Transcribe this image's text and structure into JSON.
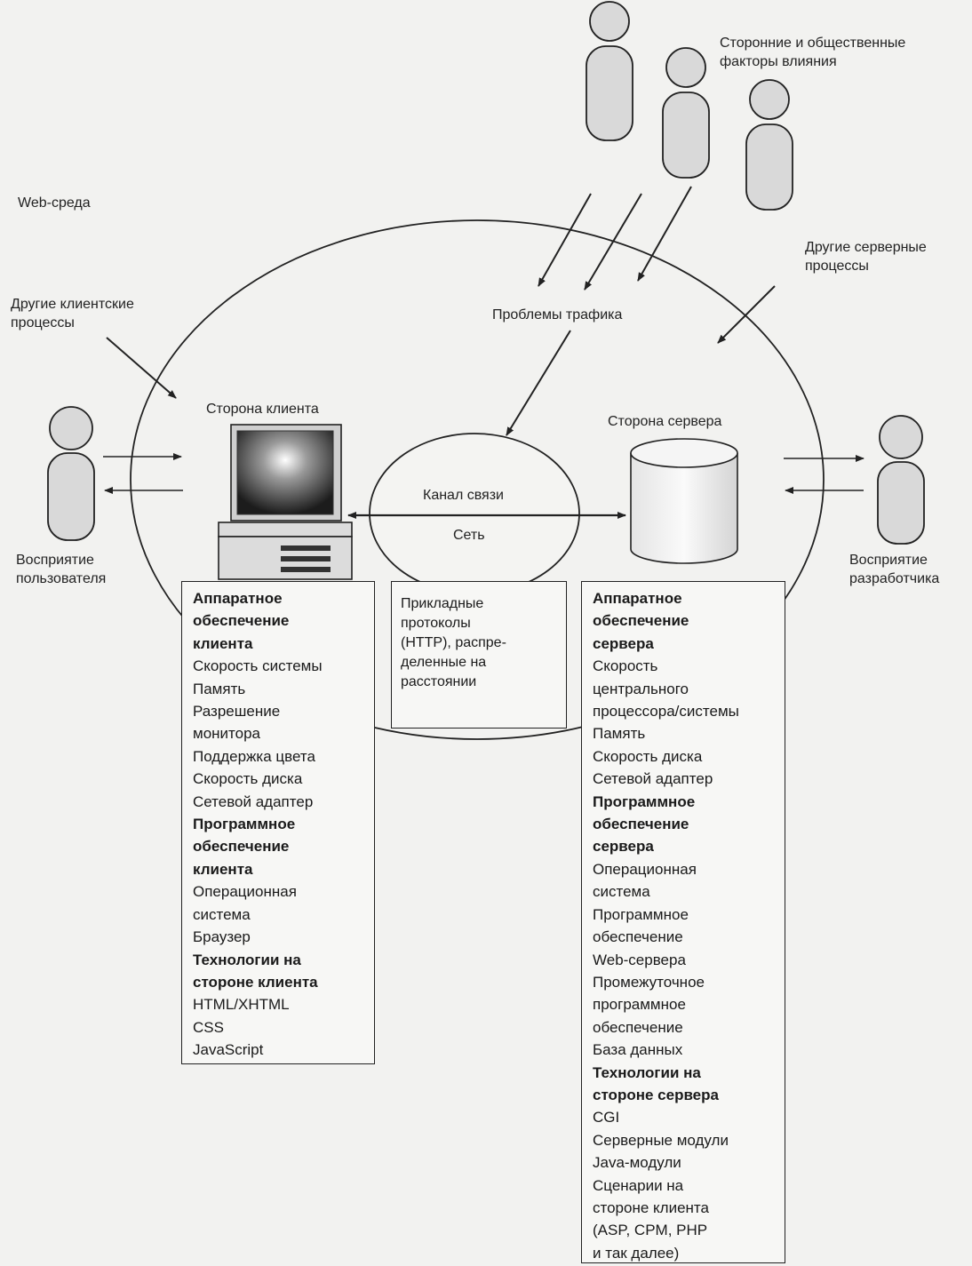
{
  "labels": {
    "web_env": "Web-среда",
    "external_factors": "Сторонние и общественные\nфакторы влияния",
    "other_server": "Другие серверные\nпроцессы",
    "other_client": "Другие клиентские\nпроцессы",
    "traffic": "Проблемы трафика",
    "client_side": "Сторона клиента",
    "server_side": "Сторона сервера",
    "channel": "Канал связи",
    "network": "Сеть",
    "user_perception": "Восприятие\nпользователя",
    "dev_perception": "Восприятие\nразработчика"
  },
  "client_box": {
    "sections": [
      {
        "heading": "Аппаратное\nобеспечение\nклиента",
        "items": [
          "Скорость системы",
          "Память",
          "Разрешение\nмонитора",
          "Поддержка цвета",
          "Скорость диска",
          "Сетевой адаптер"
        ]
      },
      {
        "heading": "Программное\nобеспечение\nклиента",
        "items": [
          "Операционная\nсистема",
          "Браузер"
        ]
      },
      {
        "heading": "Технологии на\nстороне клиента",
        "items": [
          "HTML/XHTML",
          "CSS",
          "JavaScript"
        ]
      }
    ]
  },
  "network_box": {
    "text": "Прикладные\nпротоколы\n(HTTP), распре-\nделенные на\nрасстоянии"
  },
  "server_box": {
    "sections": [
      {
        "heading": "Аппаратное\nобеспечение\nсервера",
        "items": [
          "Скорость\nцентрального\nпроцессора/системы",
          "Память",
          "Скорость диска",
          "Сетевой адаптер"
        ]
      },
      {
        "heading": "Программное\nобеспечение\nсервера",
        "items": [
          "Операционная\nсистема",
          "Программное\nобеспечение\nWeb-сервера",
          "Промежуточное\nпрограммное\nобеспечение",
          "База данных"
        ]
      },
      {
        "heading": "Технологии на\nстороне сервера",
        "items": [
          "CGI",
          "Серверные модули",
          "Java-модули",
          "Сценарии на\nстороне клиента\n(ASP, CPM, PHP\nи так далее)"
        ]
      }
    ]
  }
}
